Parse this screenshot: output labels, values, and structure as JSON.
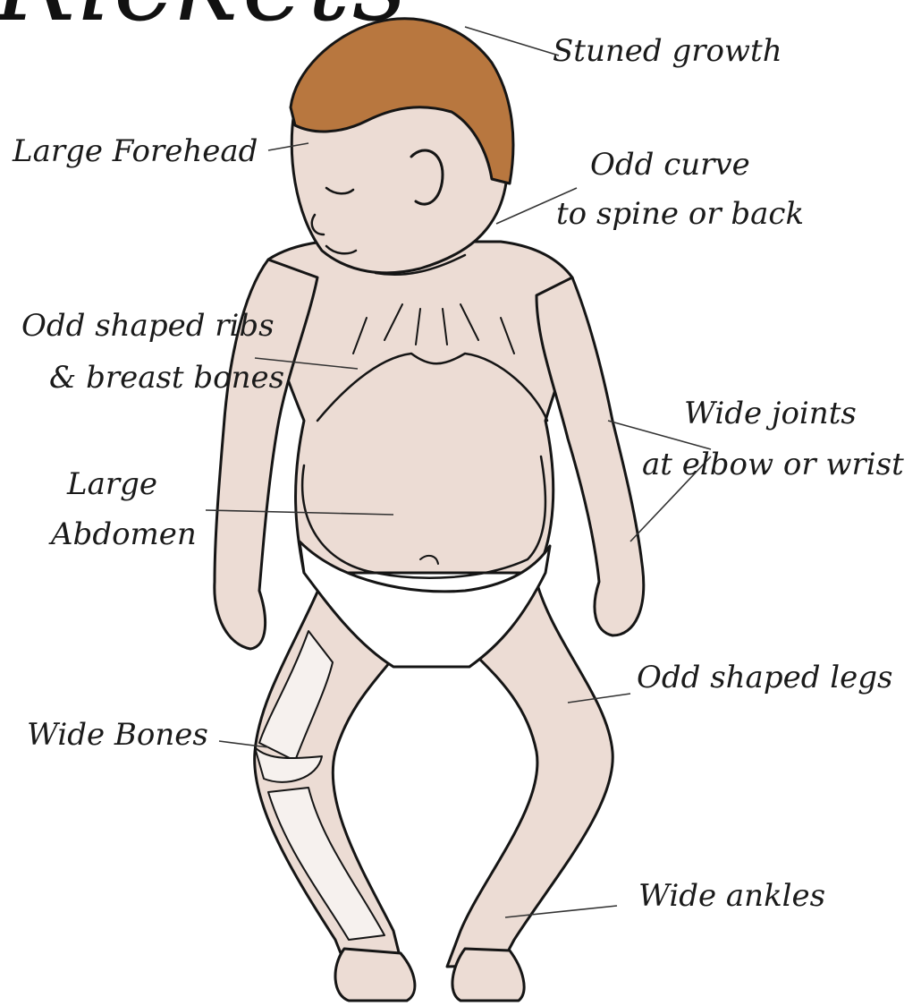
{
  "title": "Rickets",
  "labels": {
    "stunted_growth": "Stuned growth",
    "large_forehead": "Large Forehead",
    "odd_curve_line1": "Odd curve",
    "odd_curve_line2": "to spine or back",
    "odd_ribs_line1": "Odd shaped ribs",
    "odd_ribs_line2": "& breast bones",
    "wide_joints_line1": "Wide joints",
    "wide_joints_line2": "at elbow or wrist",
    "large_abdomen_line1": "Large",
    "large_abdomen_line2": "Abdomen",
    "odd_legs": "Odd shaped legs",
    "wide_bones": "Wide Bones",
    "wide_ankles": "Wide ankles"
  },
  "colors": {
    "skin": "#ecdcd4",
    "hair": "#b8773f",
    "diaper": "#ffffff",
    "outline": "#151515",
    "bone": "#f6f1ee"
  }
}
